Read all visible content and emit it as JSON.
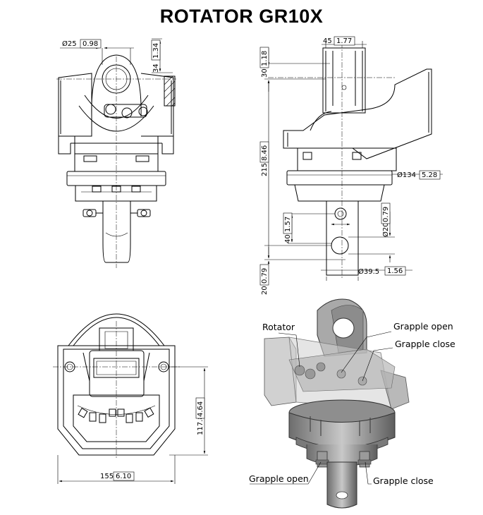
{
  "title": "ROTATOR  GR10X",
  "dimensions": {
    "pin_diameter": "Ø25",
    "pin_diameter_in": "0.98",
    "pin_height": "34",
    "pin_height_in": "1.34",
    "top_width": "45",
    "top_width_in": "1.77",
    "top_offset": "30",
    "top_offset_in": "1.18",
    "total_height": "215",
    "total_height_in": "8.46",
    "body_diameter": "Ø134",
    "body_diameter_in": "5.28",
    "port_height": "40",
    "port_height_in": "1.57",
    "hole_diameter": "Ø20",
    "hole_diameter_in": "0.79",
    "shaft_diameter": "Ø39.5",
    "shaft_diameter_in": "1.56",
    "bottom_offset": "20",
    "bottom_offset_in": "0.79",
    "side_height": "117.8",
    "side_height_in": "4.64",
    "base_width": "155",
    "base_width_in": "6.10"
  },
  "callouts": {
    "rotator": "Rotator",
    "grapple_open_top": "Grapple open",
    "grapple_close_top": "Grapple close",
    "grapple_open_bottom": "Grapple open",
    "grapple_close_bottom": "Grapple close"
  }
}
